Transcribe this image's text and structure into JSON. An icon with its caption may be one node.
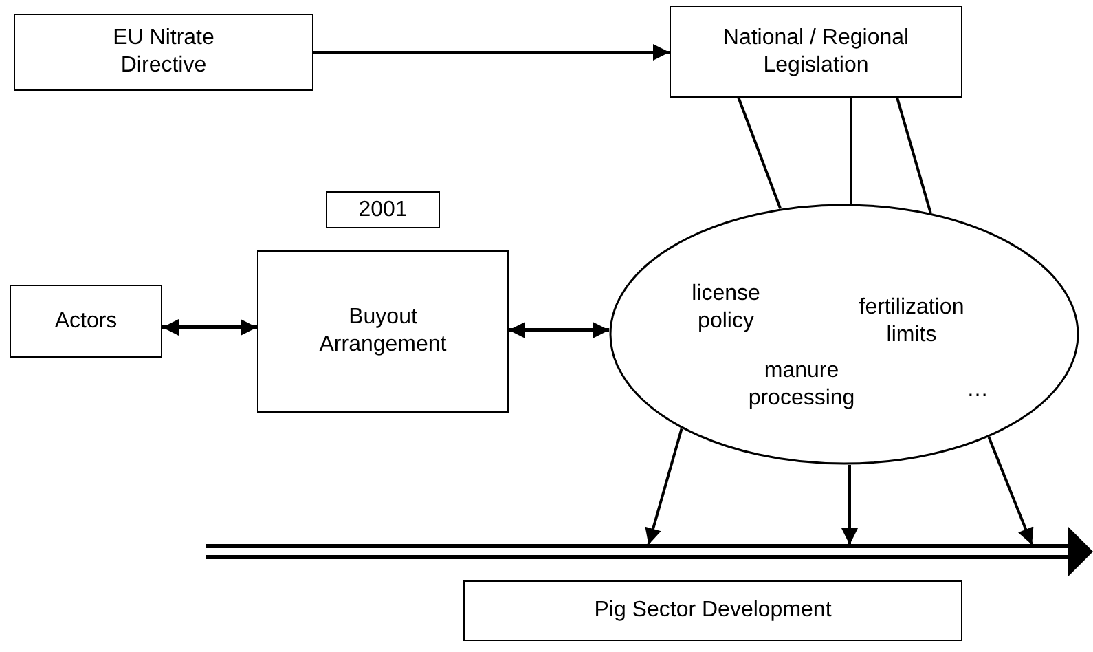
{
  "diagram": {
    "nodes": [
      {
        "text": [
          "EU Nitrate Directive"
        ]
      },
      {
        "text": [
          "National / Regional Legislation"
        ]
      },
      {
        "text": [
          "2001"
        ]
      },
      {
        "text": [
          "Actors"
        ]
      },
      {
        "text": [
          "Buyout Arrangement"
        ]
      },
      {
        "text": [
          "license policy",
          "fertilization limits",
          "manure processing",
          "…"
        ]
      },
      {
        "text": [],
        "shape": "bar"
      },
      {
        "text": [
          "Pig Sector Development"
        ]
      }
    ],
    "edges": [
      {
        "from": 0,
        "to": 1,
        "arrow": "to"
      },
      {
        "from": 1,
        "to": 5,
        "arrow": "none"
      },
      {
        "from": 1,
        "to": 5,
        "arrow": "none"
      },
      {
        "from": 1,
        "to": 5,
        "arrow": "none"
      },
      {
        "from": 3,
        "to": 4,
        "arrow": "both"
      },
      {
        "from": 4,
        "to": 5,
        "arrow": "both"
      },
      {
        "from": 5,
        "to": 6,
        "arrow": "to"
      },
      {
        "from": 5,
        "to": 6,
        "arrow": "to"
      },
      {
        "from": 5,
        "to": 6,
        "arrow": "to"
      }
    ]
  }
}
